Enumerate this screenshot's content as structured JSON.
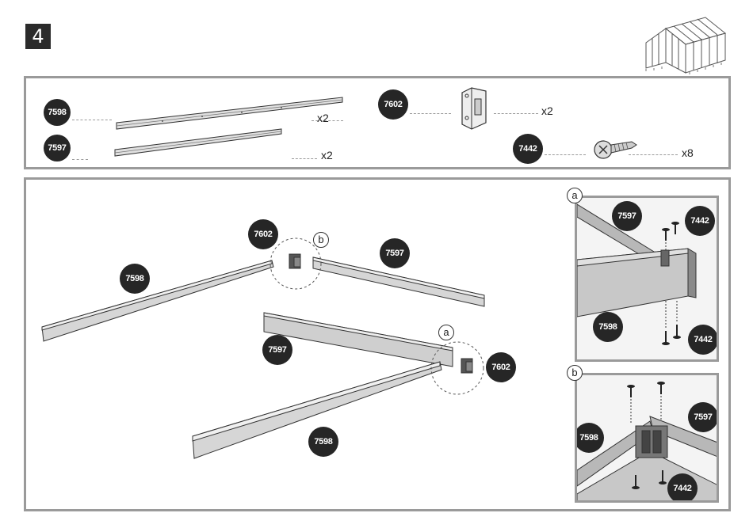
{
  "step": {
    "number": "4"
  },
  "parts": [
    {
      "code": "7598",
      "qty": "x2"
    },
    {
      "code": "7597",
      "qty": "x2"
    },
    {
      "code": "7602",
      "qty": "x2"
    },
    {
      "code": "7442",
      "qty": "x8"
    }
  ],
  "assembly": {
    "labels": [
      "7602",
      "7597",
      "7598",
      "7597",
      "7602",
      "7598"
    ],
    "callouts": [
      "b",
      "a"
    ]
  },
  "details": {
    "a": {
      "letter": "a",
      "labels": [
        "7597",
        "7442",
        "7598",
        "7442"
      ]
    },
    "b": {
      "letter": "b",
      "labels": [
        "7598",
        "7597",
        "7442"
      ]
    }
  }
}
